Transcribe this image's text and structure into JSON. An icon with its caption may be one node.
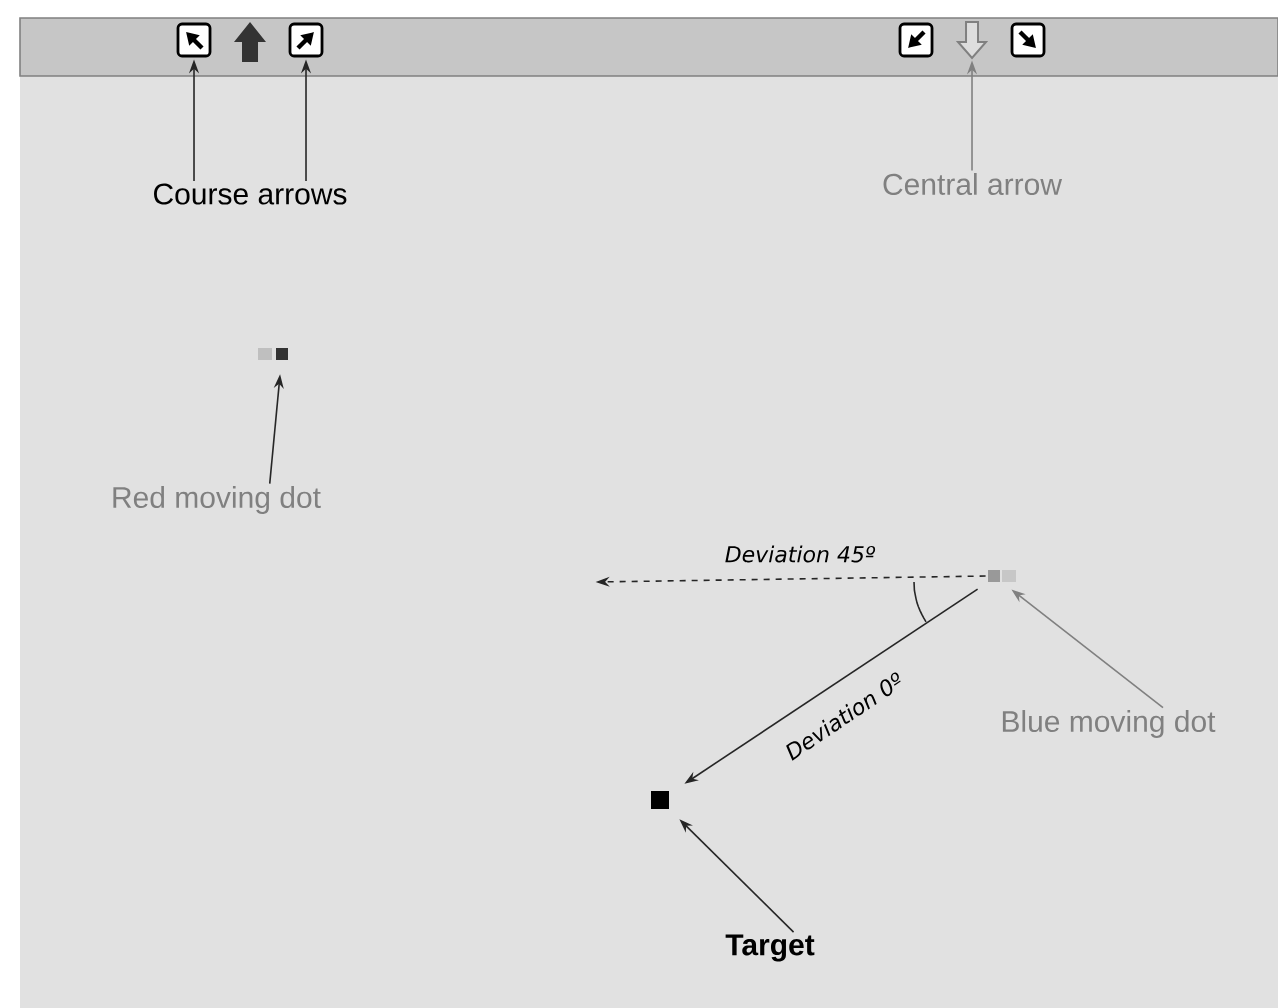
{
  "diagram": {
    "nodes": [
      {
        "text": [
          "Course arrows"
        ]
      },
      {
        "text": [],
        "shape": "box"
      },
      {
        "text": [],
        "shape": "box"
      },
      {
        "text": [
          "Central arrow"
        ]
      },
      {
        "text": [],
        "shape": "arrow"
      },
      {
        "text": [
          "Red moving dot"
        ]
      },
      {
        "text": [],
        "shape": "box"
      },
      {
        "text": [
          "Blue moving dot"
        ]
      },
      {
        "text": [],
        "shape": "box"
      },
      {
        "text": [
          "Target"
        ]
      },
      {
        "text": [],
        "shape": "box"
      }
    ],
    "edges": [
      {
        "from": 0,
        "to": 1,
        "arrow": "to"
      },
      {
        "from": 0,
        "to": 2,
        "arrow": "to"
      },
      {
        "from": 3,
        "to": 4,
        "arrow": "to",
        "color": "#808080"
      },
      {
        "from": 5,
        "to": 6,
        "arrow": "to"
      },
      {
        "from": 7,
        "to": 8,
        "arrow": "to",
        "color": "#808080"
      },
      {
        "from": 9,
        "to": 10,
        "arrow": "to"
      },
      {
        "from": 8,
        "to": 10,
        "arrow": "to",
        "label": "Deviation 0º"
      },
      {
        "from": 8,
        "to": null,
        "arrow": "to",
        "label": "Deviation 45º",
        "style": "dashed"
      }
    ]
  }
}
